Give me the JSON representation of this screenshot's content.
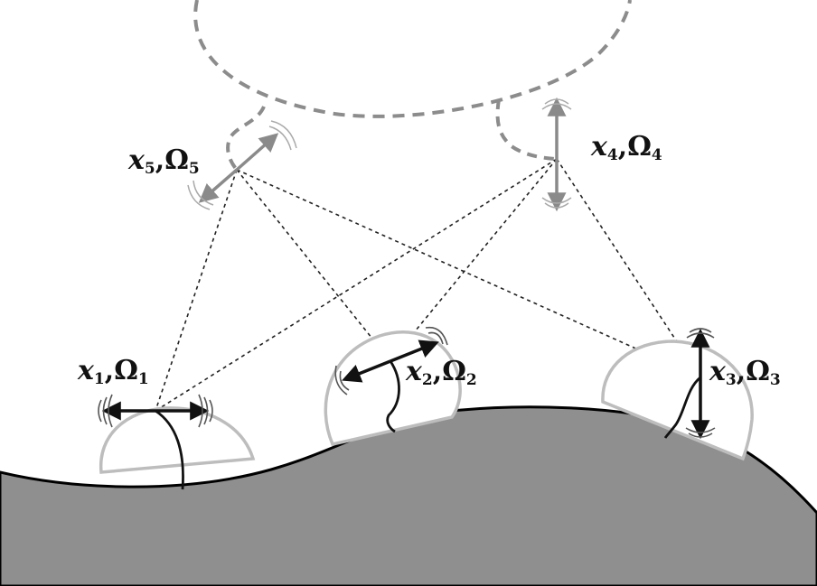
{
  "colors": {
    "ground_fill": "#8f8f8f",
    "ground_stroke": "#000000",
    "dome_stroke": "#bdbdbd",
    "dash_gray": "#8c8c8c",
    "arrow_dark": "#111111",
    "arrow_light": "#8a8a8a"
  },
  "sensors": [
    {
      "var": "x",
      "sub": "1",
      "sep": ",",
      "omega": "Ω",
      "osub": "1"
    },
    {
      "var": "x",
      "sub": "2",
      "sep": ",",
      "omega": "Ω",
      "osub": "2"
    },
    {
      "var": "x",
      "sub": "3",
      "sep": ",",
      "omega": "Ω",
      "osub": "3"
    },
    {
      "var": "x",
      "sub": "4",
      "sep": ",",
      "omega": "Ω",
      "osub": "4"
    },
    {
      "var": "x",
      "sub": "5",
      "sep": ",",
      "omega": "Ω",
      "osub": "5"
    }
  ]
}
